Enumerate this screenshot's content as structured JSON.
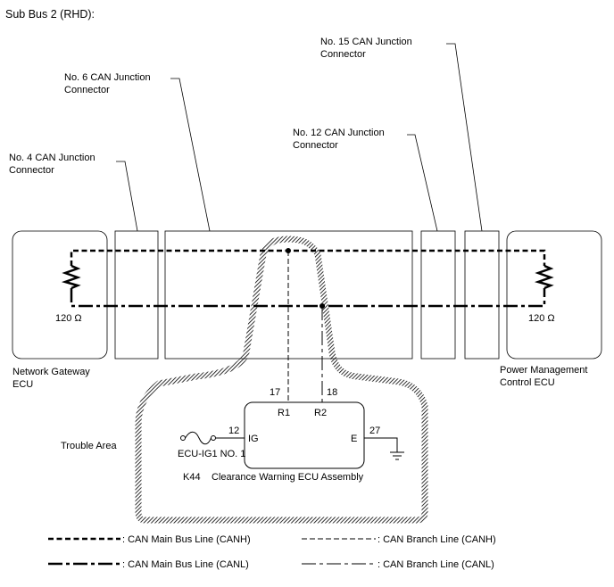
{
  "title": "Sub Bus 2 (RHD):",
  "connectors": [
    {
      "line1": "No. 4 CAN Junction",
      "line2": "Connector"
    },
    {
      "line1": "No. 6 CAN Junction",
      "line2": "Connector"
    },
    {
      "line1": "No. 12 CAN Junction",
      "line2": "Connector"
    },
    {
      "line1": "No. 15 CAN Junction",
      "line2": "Connector"
    }
  ],
  "ecus": {
    "left": {
      "line1": "Network Gateway",
      "line2": "ECU",
      "resistor": "120 Ω"
    },
    "right": {
      "line1": "Power Management",
      "line2": "Control ECU",
      "resistor": "120 Ω"
    }
  },
  "component": {
    "code": "K44",
    "name": "Clearance Warning ECU Assembly",
    "pins": {
      "p17": "17",
      "r1": "R1",
      "p18": "18",
      "r2": "R2",
      "p12": "12",
      "ig": "IG",
      "p27": "27",
      "e": "E"
    },
    "fuse": "ECU-IG1 NO. 1"
  },
  "trouble_area": "Trouble Area",
  "legend": [
    {
      "label": ": CAN Main Bus Line (CANH)",
      "style": "main-canh"
    },
    {
      "label": ": CAN Branch Line (CANH)",
      "style": "branch-canh"
    },
    {
      "label": ": CAN Main Bus Line (CANL)",
      "style": "main-canl"
    },
    {
      "label": ": CAN Branch Line (CANL)",
      "style": "branch-canl"
    }
  ],
  "colors": {
    "line": "#000000",
    "background": "#ffffff"
  }
}
